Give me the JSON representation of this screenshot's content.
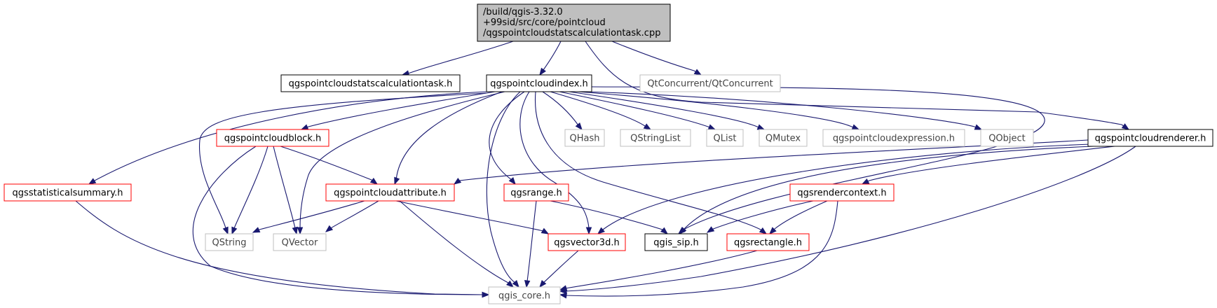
{
  "diagram": {
    "type": "include-dependency-graph",
    "nodes": [
      {
        "id": "root",
        "lines": [
          "/build/qgis-3.32.0",
          "+99sid/src/core/pointcloud",
          "/qgspointcloudstatscalculationtask.cpp"
        ],
        "style": "root"
      },
      {
        "id": "task_h",
        "lines": [
          "qgspointcloudstatscalculationtask.h"
        ],
        "style": "black"
      },
      {
        "id": "index_h",
        "lines": [
          "qgspointcloudindex.h"
        ],
        "style": "black"
      },
      {
        "id": "qtconcurrent",
        "lines": [
          "QtConcurrent/QtConcurrent"
        ],
        "style": "gray"
      },
      {
        "id": "statsummary",
        "lines": [
          "qgsstatisticalsummary.h"
        ],
        "style": "red"
      },
      {
        "id": "block_h",
        "lines": [
          "qgspointcloudblock.h"
        ],
        "style": "red"
      },
      {
        "id": "qhash",
        "lines": [
          "QHash"
        ],
        "style": "gray"
      },
      {
        "id": "qstringlist",
        "lines": [
          "QStringList"
        ],
        "style": "gray"
      },
      {
        "id": "qlist",
        "lines": [
          "QList"
        ],
        "style": "gray"
      },
      {
        "id": "qmutex",
        "lines": [
          "QMutex"
        ],
        "style": "gray"
      },
      {
        "id": "expression_h",
        "lines": [
          "qgspointcloudexpression.h"
        ],
        "style": "gray"
      },
      {
        "id": "qobject",
        "lines": [
          "QObject"
        ],
        "style": "gray"
      },
      {
        "id": "renderer_h",
        "lines": [
          "qgspointcloudrenderer.h"
        ],
        "style": "black"
      },
      {
        "id": "attribute_h",
        "lines": [
          "qgspointcloudattribute.h"
        ],
        "style": "red"
      },
      {
        "id": "range_h",
        "lines": [
          "qgsrange.h"
        ],
        "style": "red"
      },
      {
        "id": "rendercontext_h",
        "lines": [
          "qgsrendercontext.h"
        ],
        "style": "red"
      },
      {
        "id": "qstring",
        "lines": [
          "QString"
        ],
        "style": "gray"
      },
      {
        "id": "qvector",
        "lines": [
          "QVector"
        ],
        "style": "gray"
      },
      {
        "id": "vector3d_h",
        "lines": [
          "qgsvector3d.h"
        ],
        "style": "red"
      },
      {
        "id": "sip_h",
        "lines": [
          "qgis_sip.h"
        ],
        "style": "black"
      },
      {
        "id": "rectangle_h",
        "lines": [
          "qgsrectangle.h"
        ],
        "style": "red"
      },
      {
        "id": "core_h",
        "lines": [
          "qgis_core.h"
        ],
        "style": "gray"
      }
    ],
    "edges": [
      {
        "from": "root",
        "to": "task_h"
      },
      {
        "from": "root",
        "to": "index_h"
      },
      {
        "from": "root",
        "to": "qtconcurrent"
      },
      {
        "from": "root",
        "to": "renderer_h"
      },
      {
        "from": "index_h",
        "to": "statsummary"
      },
      {
        "from": "index_h",
        "to": "block_h"
      },
      {
        "from": "index_h",
        "to": "qstring"
      },
      {
        "from": "index_h",
        "to": "qvector"
      },
      {
        "from": "index_h",
        "to": "attribute_h"
      },
      {
        "from": "index_h",
        "to": "core_h"
      },
      {
        "from": "index_h",
        "to": "range_h"
      },
      {
        "from": "index_h",
        "to": "vector3d_h"
      },
      {
        "from": "index_h",
        "to": "rectangle_h"
      },
      {
        "from": "index_h",
        "to": "qhash"
      },
      {
        "from": "index_h",
        "to": "qstringlist"
      },
      {
        "from": "index_h",
        "to": "qlist"
      },
      {
        "from": "index_h",
        "to": "qmutex"
      },
      {
        "from": "index_h",
        "to": "expression_h"
      },
      {
        "from": "index_h",
        "to": "qobject"
      },
      {
        "from": "index_h",
        "to": "sip_h"
      },
      {
        "from": "statsummary",
        "to": "core_h"
      },
      {
        "from": "block_h",
        "to": "qstring"
      },
      {
        "from": "block_h",
        "to": "qvector"
      },
      {
        "from": "block_h",
        "to": "attribute_h"
      },
      {
        "from": "block_h",
        "to": "core_h"
      },
      {
        "from": "renderer_h",
        "to": "attribute_h"
      },
      {
        "from": "renderer_h",
        "to": "rendercontext_h"
      },
      {
        "from": "renderer_h",
        "to": "sip_h"
      },
      {
        "from": "renderer_h",
        "to": "vector3d_h"
      },
      {
        "from": "renderer_h",
        "to": "core_h"
      },
      {
        "from": "attribute_h",
        "to": "qstring"
      },
      {
        "from": "attribute_h",
        "to": "qvector"
      },
      {
        "from": "attribute_h",
        "to": "vector3d_h"
      },
      {
        "from": "attribute_h",
        "to": "core_h"
      },
      {
        "from": "range_h",
        "to": "sip_h"
      },
      {
        "from": "range_h",
        "to": "core_h"
      },
      {
        "from": "rendercontext_h",
        "to": "sip_h"
      },
      {
        "from": "rendercontext_h",
        "to": "rectangle_h"
      },
      {
        "from": "rendercontext_h",
        "to": "core_h"
      },
      {
        "from": "vector3d_h",
        "to": "core_h"
      },
      {
        "from": "rectangle_h",
        "to": "core_h"
      }
    ]
  },
  "colors": {
    "edge": "#191970",
    "black_border": "#000000",
    "red_border": "#ff0000",
    "gray_border": "#bfbfbf",
    "gray_text": "#444444",
    "root_fill": "#bfbfbf"
  }
}
